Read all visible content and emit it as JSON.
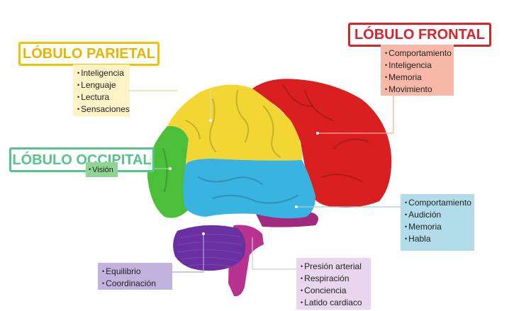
{
  "lobes": {
    "frontal": {
      "title": "LÓBULO FRONTAL",
      "items": [
        "Comportamiento",
        "Inteligencia",
        "Memoria",
        "Movimiento"
      ]
    },
    "parietal": {
      "title": "LÓBULO PARIETAL",
      "items": [
        "Inteligencia",
        "Lenguaje",
        "Lectura",
        "Sensaciones"
      ]
    },
    "occipital": {
      "title": "LÓBULO OCCIPITAL",
      "items": [
        "Visión"
      ]
    },
    "temporal": {
      "items": [
        "Comportamiento",
        "Audición",
        "Memoria",
        "Habla"
      ]
    },
    "cerebelo": {
      "items": [
        "Equilibrio",
        "Coordinación"
      ]
    },
    "tronco": {
      "items": [
        "Presión arterial",
        "Respiración",
        "Conciencia",
        "Latido cardiaco"
      ]
    }
  },
  "colors": {
    "frontal": "#d8232a",
    "parietal": "#f2c200",
    "occipital": "#56c38a",
    "temporal": "#39b3e0",
    "cerebelo": "#6a2fa0",
    "tronco": "#b8338f"
  }
}
